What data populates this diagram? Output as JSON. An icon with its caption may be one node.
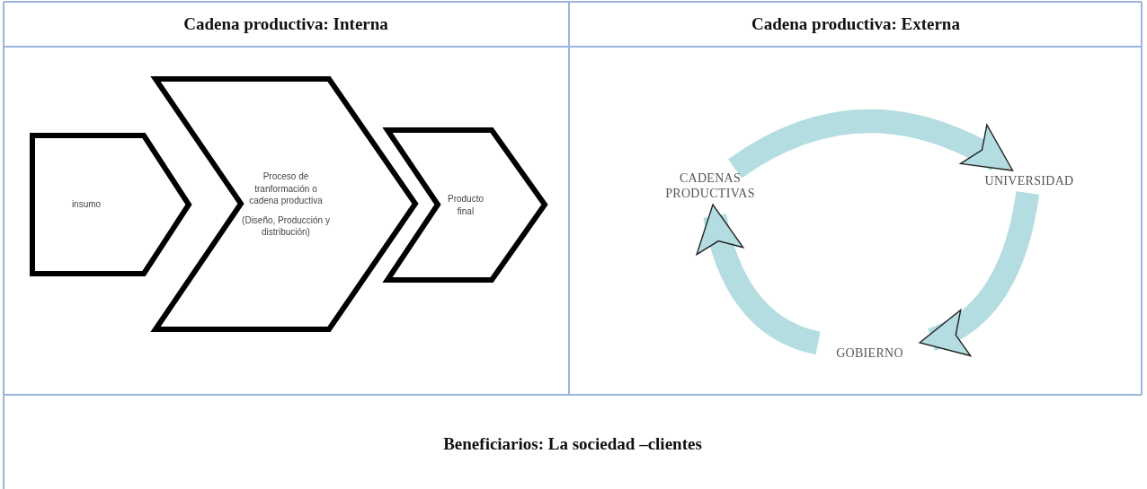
{
  "diagram": {
    "nodes": [
      {
        "text": [
          "insumo"
        ]
      },
      {
        "text": [
          "Proceso de tranformación o cadena productiva",
          "(Diseño, Producción y distribución)"
        ]
      },
      {
        "text": [
          "Producto final"
        ]
      },
      {
        "text": [
          "CADENAS PRODUCTIVAS"
        ]
      },
      {
        "text": [
          "UNIVERSIDAD"
        ]
      },
      {
        "text": [
          "GOBIERNO"
        ]
      }
    ],
    "edges": [
      {
        "from": 3,
        "to": 4,
        "arrow": "to"
      },
      {
        "from": 4,
        "to": 5,
        "arrow": "to"
      },
      {
        "from": 5,
        "to": 3,
        "arrow": "to"
      }
    ],
    "labels": [
      "Cadena productiva: Interna",
      "Cadena productiva: Externa",
      "Beneficiarios: La sociedad –clientes"
    ]
  }
}
